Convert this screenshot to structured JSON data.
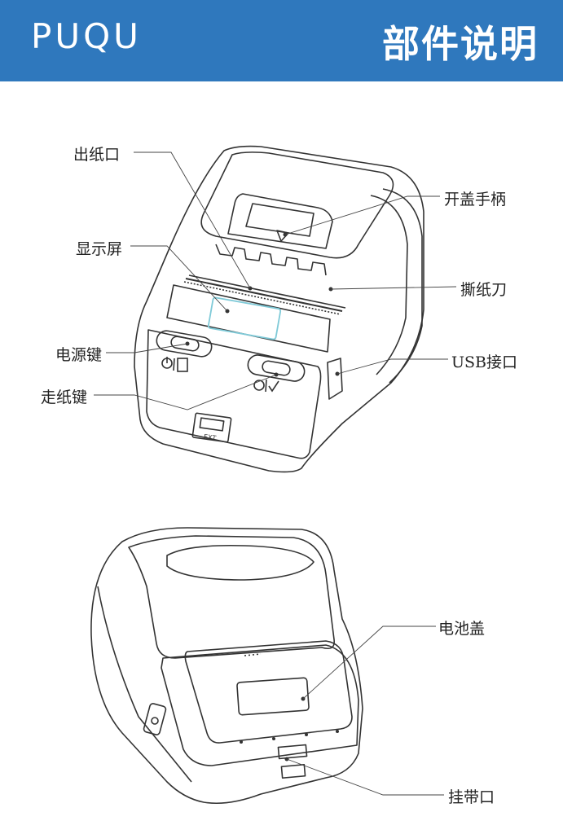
{
  "header": {
    "logo": "PUQU",
    "title": "部件说明",
    "background_color": "#2f78bd"
  },
  "front_view": {
    "labels": {
      "paper_outlet": "出纸口",
      "cover_handle": "开盖手柄",
      "display": "显示屏",
      "tear_bar": "撕纸刀",
      "power_key": "电源键",
      "usb_port": "USB接口",
      "feed_key": "走纸键"
    },
    "port_text": "EXT"
  },
  "back_view": {
    "labels": {
      "battery_cover": "电池盖",
      "lanyard_hole": "挂带口"
    }
  }
}
